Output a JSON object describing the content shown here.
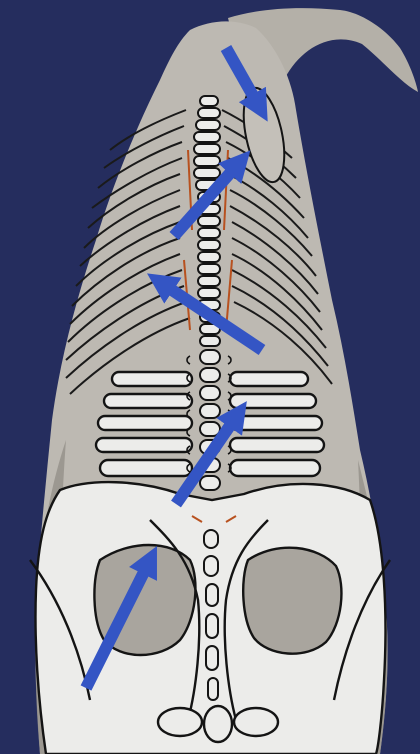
{
  "image": {
    "subject": "horse-back-spine-painting",
    "colors": {
      "background": "#252d5e",
      "coat": "#bdb9b2",
      "coat_shadow": "#7f7b74",
      "paint_white": "#ececea",
      "outline": "#141414",
      "vertebra_accent": "#b8511f",
      "arrow": "#3455c4"
    },
    "arrows": [
      {
        "name": "arrow-withers",
        "direction": "down-right"
      },
      {
        "name": "arrow-thoracic-upper",
        "direction": "up-right"
      },
      {
        "name": "arrow-thoracic-lower",
        "direction": "up-left"
      },
      {
        "name": "arrow-lumbar",
        "direction": "up-right"
      },
      {
        "name": "arrow-pelvis",
        "direction": "up-right"
      }
    ]
  }
}
